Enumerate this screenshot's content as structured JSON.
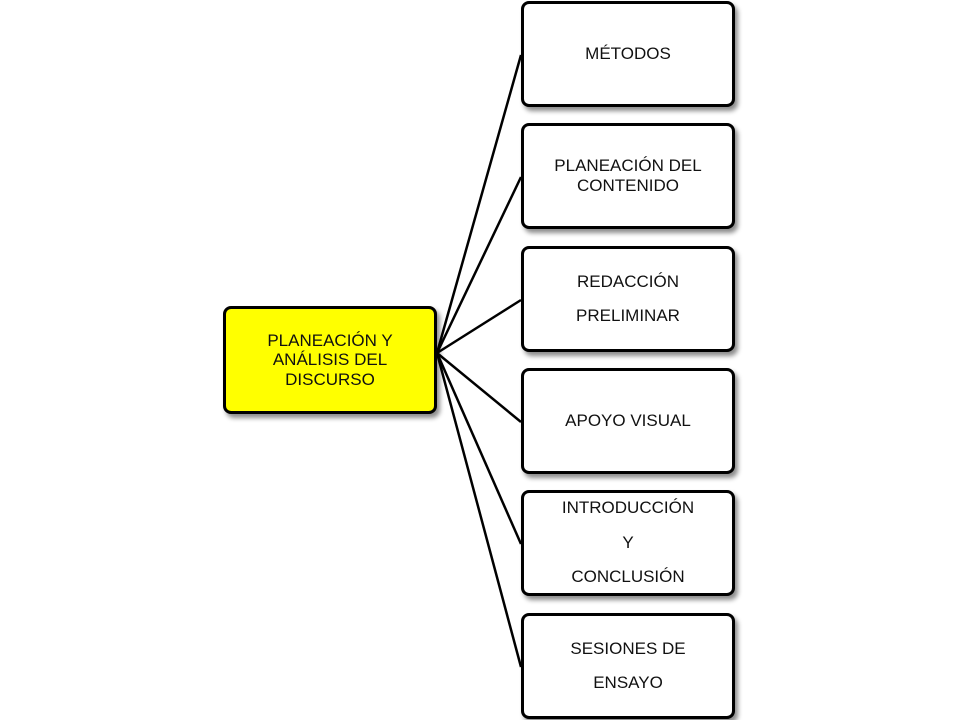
{
  "diagram": {
    "root": {
      "lines": [
        "PLANEACIÓN Y",
        "ANÁLISIS DEL",
        "DISCURSO"
      ]
    },
    "children": [
      {
        "lines": [
          "MÉTODOS"
        ]
      },
      {
        "lines": [
          "PLANEACIÓN DEL",
          "CONTENIDO"
        ]
      },
      {
        "lines": [
          "REDACCIÓN",
          "PRELIMINAR"
        ]
      },
      {
        "lines": [
          "APOYO VISUAL"
        ]
      },
      {
        "lines": [
          "INTRODUCCIÓN",
          "Y",
          "CONCLUSIÓN"
        ]
      },
      {
        "lines": [
          "SESIONES DE",
          "ENSAYO"
        ]
      }
    ],
    "colors": {
      "root_fill": "#ffff00",
      "child_fill": "#ffffff",
      "border": "#000000"
    }
  }
}
